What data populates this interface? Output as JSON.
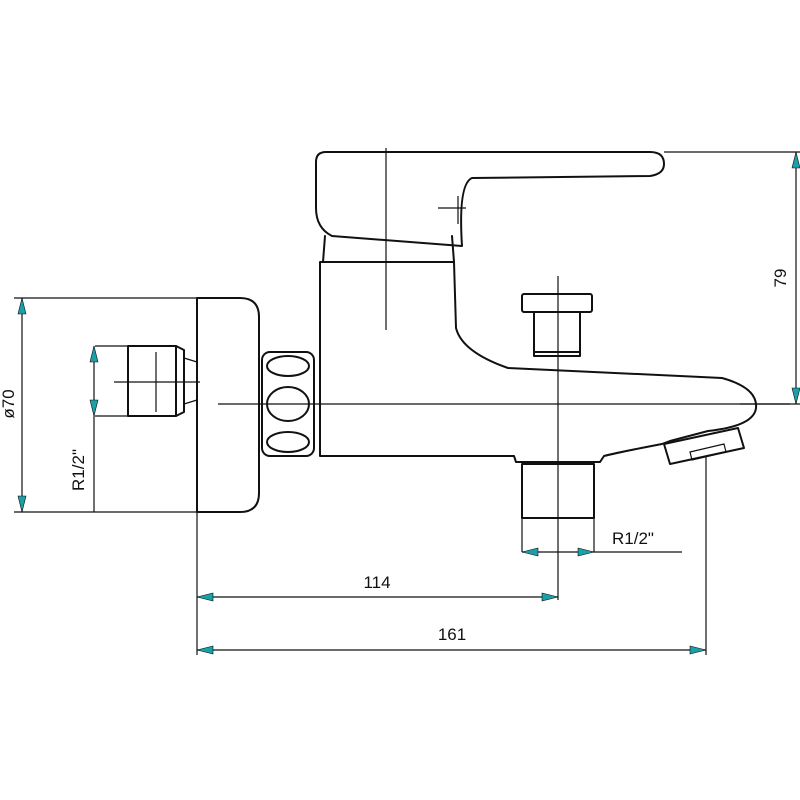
{
  "dimensions": {
    "height_label": "79",
    "diameter_label": "ø70",
    "thread_left_label": "R1/2\"",
    "thread_bottom_label": "R1/2\"",
    "center_width_label": "114",
    "overall_width_label": "161"
  },
  "colors": {
    "line": "#111111",
    "arrow": "#1aa0a8",
    "background": "#ffffff"
  }
}
